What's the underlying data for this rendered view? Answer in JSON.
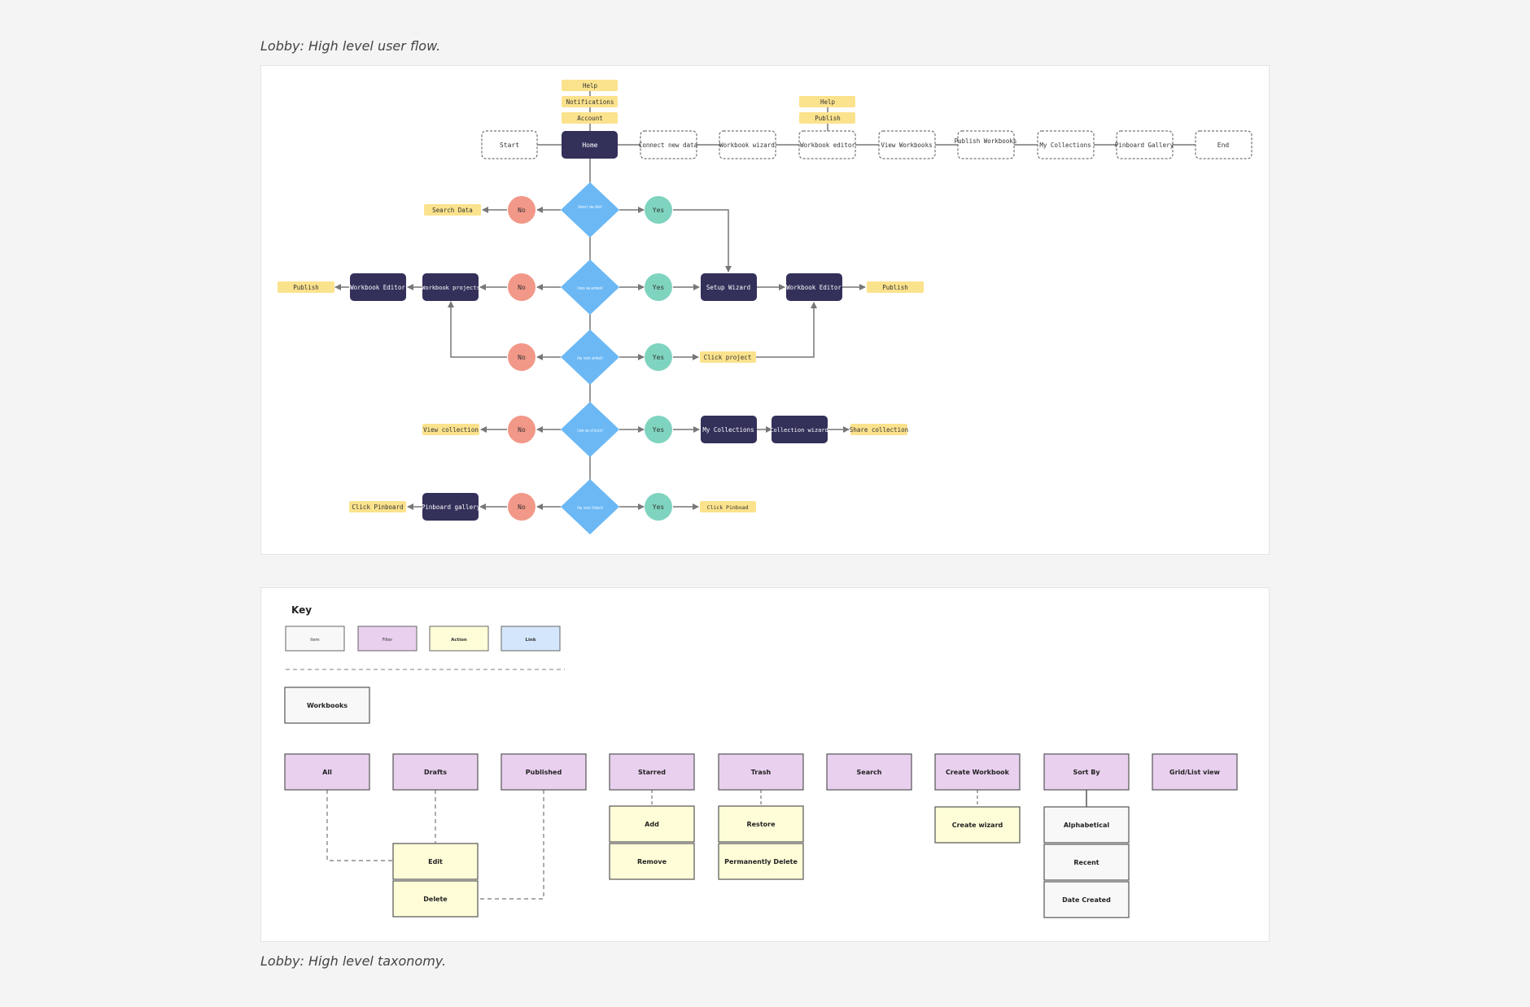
{
  "flow": {
    "caption": "Lobby: High level user flow.",
    "top_row": [
      "Start",
      "Home",
      "Connect new data",
      "Workbook wizard",
      "Workbook editor",
      "View Workbooks",
      "Publish Workbooks",
      "My Collections",
      "Pinboard Gallery",
      "End"
    ],
    "home_tags": [
      "Help",
      "Notifications",
      "Account"
    ],
    "editor_tags": [
      "Help",
      "Publish"
    ],
    "decisions": [
      "Connect new data?",
      "Create new workbook?",
      "View recent workbook?",
      "Create new collection?",
      "View recent Pinboard?"
    ],
    "no_label": "No",
    "yes_label": "Yes",
    "row1": {
      "search_data": "Search Data"
    },
    "row2": {
      "publish_left": "Publish",
      "workbook_editor_left": "Workbook Editor",
      "workbook_projects": "Workbook projects",
      "setup_wizard": "Setup Wizard",
      "workbook_editor_right": "Workbook Editor",
      "publish_right": "Publish"
    },
    "row3": {
      "click_project": "Click project"
    },
    "row4": {
      "view_collection": "View collection",
      "my_collections": "My Collections",
      "collection_wizard": "Collection wizard",
      "share_collection": "Share collection"
    },
    "row5": {
      "click_pinboard_left": "Click Pinboard",
      "pinboard_gallery": "Pinboard gallery",
      "click_pinboard_right": "Click Pinboad"
    }
  },
  "taxonomy": {
    "caption": "Lobby: High level taxonomy.",
    "key": {
      "title": "Key",
      "items": [
        {
          "label": "Item",
          "color": "#f8f8f8"
        },
        {
          "label": "Filter",
          "color": "#e8d0ee"
        },
        {
          "label": "Action",
          "color": "#fffdd8"
        },
        {
          "label": "Link",
          "color": "#d4e6fb"
        }
      ]
    },
    "root": "Workbooks",
    "categories": [
      "All",
      "Drafts",
      "Published",
      "Starred",
      "Trash",
      "Search",
      "Create Workbook",
      "Sort By",
      "Grid/List view"
    ],
    "drafts_actions": [
      "Edit",
      "Delete"
    ],
    "starred_actions": [
      "Add",
      "Remove"
    ],
    "trash_actions": [
      "Restore",
      "Permanently Delete"
    ],
    "create_actions": [
      "Create wizard"
    ],
    "sort_options": [
      "Alphabetical",
      "Recent",
      "Date Created"
    ]
  },
  "colors": {
    "navy": "#33305a",
    "yellow": "#fbe28c",
    "blue_diamond": "#6bb8f5",
    "red_no": "#f29888",
    "teal_yes": "#7fd4c0",
    "filter_purple": "#e8d0ee",
    "action_yellow": "#fffdd8",
    "item_gray": "#f8f8f8",
    "link_blue": "#d4e6fb"
  }
}
